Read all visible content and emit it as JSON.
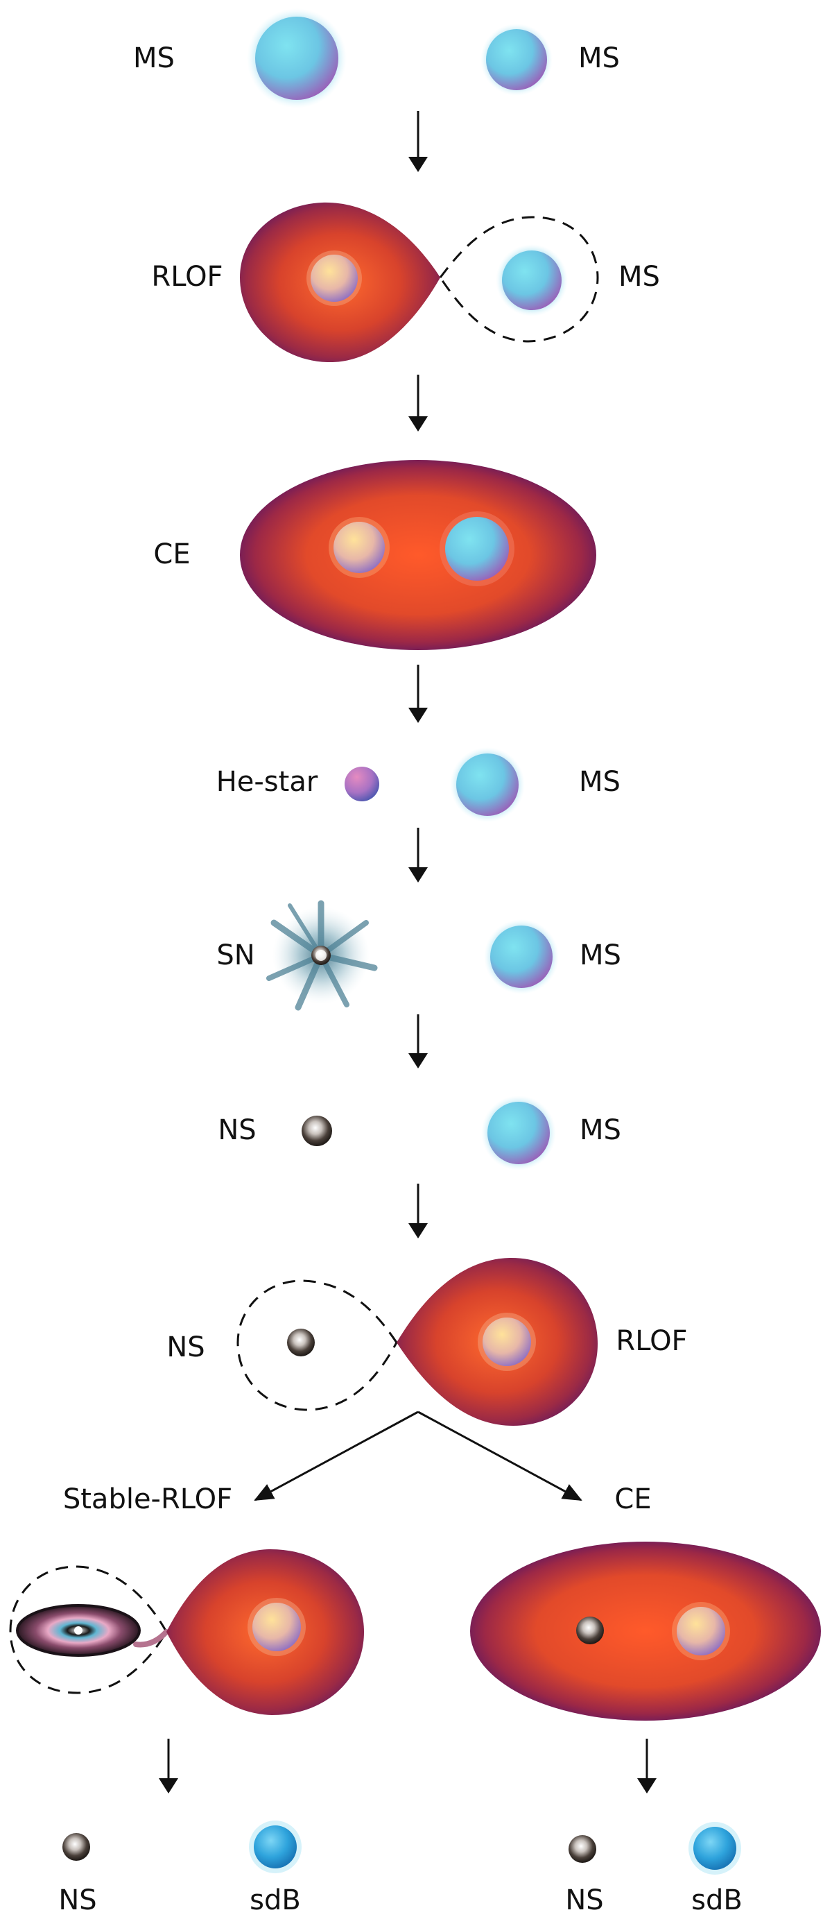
{
  "stages": {
    "s1": {
      "left": "MS",
      "right": "MS"
    },
    "s2": {
      "left": "RLOF",
      "right": "MS"
    },
    "s3": {
      "left": "CE"
    },
    "s4": {
      "left": "He-star",
      "right": "MS"
    },
    "s5": {
      "left": "SN",
      "right": "MS"
    },
    "s6": {
      "left": "NS",
      "right": "MS"
    },
    "s7": {
      "left": "NS",
      "right": "RLOF"
    }
  },
  "branches": {
    "left": "Stable-RLOF",
    "right": "CE"
  },
  "final": {
    "left": {
      "ns": "NS",
      "sdb": "sdB"
    },
    "right": {
      "ns": "NS",
      "sdb": "sdB"
    }
  },
  "colors": {
    "ms_star": "#6fd3e8",
    "giant_envelope": "#e9532a",
    "envelope_edge": "#7a1f57",
    "sdb_star": "#2ea3dc",
    "arrow": "#111111"
  }
}
